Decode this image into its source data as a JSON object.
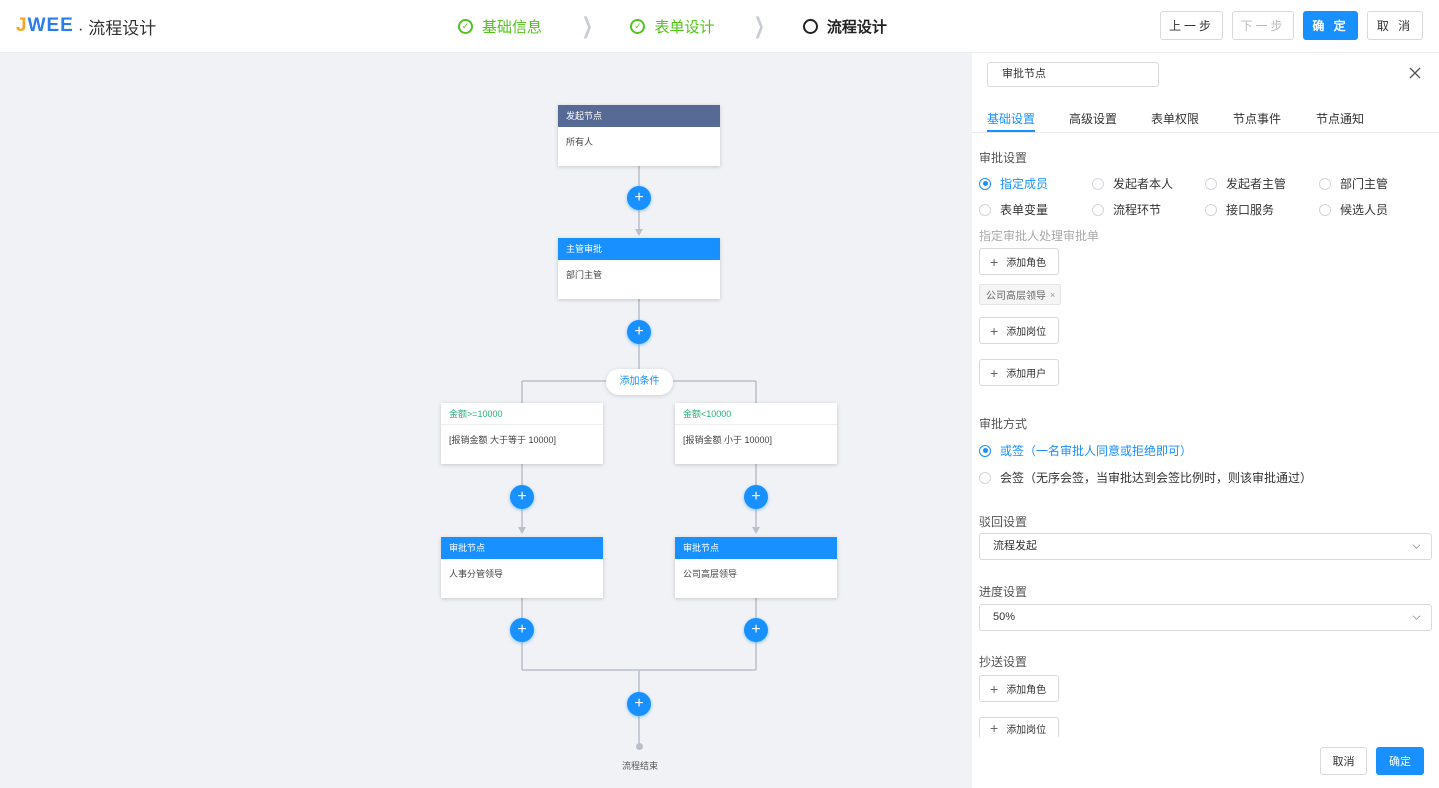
{
  "header": {
    "logo_mark_j": "J",
    "logo_mark_rest": "WEE",
    "title": "· 流程设计",
    "steps": [
      {
        "label": "基础信息",
        "state": "done"
      },
      {
        "label": "表单设计",
        "state": "done"
      },
      {
        "label": "流程设计",
        "state": "current"
      }
    ],
    "buttons": {
      "prev": "上一步",
      "next": "下一步",
      "confirm": "确 定",
      "cancel": "取 消"
    }
  },
  "flow": {
    "start_node": {
      "title": "发起节点",
      "body": "所有人"
    },
    "supervisor_node": {
      "title": "主管审批",
      "body": "部门主管"
    },
    "add_condition": "添加条件",
    "branches": [
      {
        "condition": {
          "title": "金额>=10000",
          "body": "[报销金额 大于等于 10000]"
        },
        "approval": {
          "title": "审批节点",
          "body": "人事分管领导"
        }
      },
      {
        "condition": {
          "title": "金额<10000",
          "body": "[报销金额 小于 10000]"
        },
        "approval": {
          "title": "审批节点",
          "body": "公司高层领导"
        }
      }
    ],
    "end_label": "流程结束"
  },
  "panel": {
    "node_name": "审批节点",
    "tabs": [
      "基础设置",
      "高级设置",
      "表单权限",
      "节点事件",
      "节点通知"
    ],
    "approval_settings": {
      "title": "审批设置",
      "options": [
        "指定成员",
        "发起者本人",
        "发起者主管",
        "部门主管",
        "表单变量",
        "流程环节",
        "接口服务",
        "候选人员"
      ],
      "selected": "指定成员",
      "sub_label": "指定审批人处理审批单",
      "add_role": "添加角色",
      "tag": "公司高层领导",
      "tag_remove": "×",
      "add_post": "添加岗位",
      "add_user": "添加用户"
    },
    "approval_method": {
      "title": "审批方式",
      "options": [
        "或签（一名审批人同意或拒绝即可）",
        "会签（无序会签，当审批达到会签比例时，则该审批通过）"
      ],
      "selected": "或签（一名审批人同意或拒绝即可）"
    },
    "reject": {
      "title": "驳回设置",
      "value": "流程发起"
    },
    "progress": {
      "title": "进度设置",
      "value": "50%"
    },
    "cc": {
      "title": "抄送设置",
      "add_role": "添加角色",
      "add_post": "添加岗位"
    },
    "footer": {
      "cancel": "取消",
      "ok": "确定"
    }
  },
  "colors": {
    "primary": "#1890ff",
    "success": "#52c41a",
    "start_node": "#576a95",
    "condition_text": "#27b27a",
    "canvas_bg": "#f0f2f6"
  }
}
